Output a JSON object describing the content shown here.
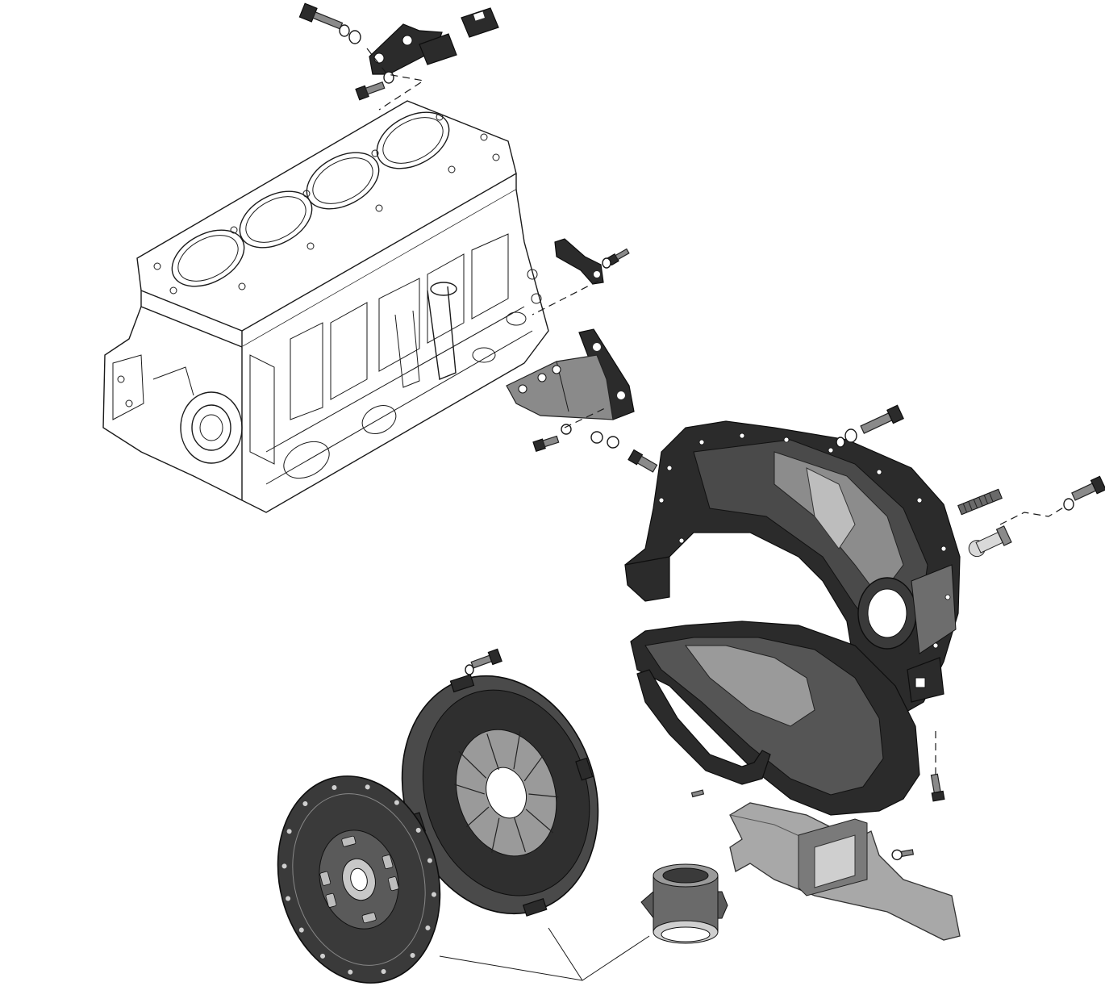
{
  "diagram": {
    "components": [
      "cylinder-block",
      "rear-support-bracket",
      "side-mount-bracket",
      "gusset-bracket",
      "flywheel-housing",
      "housing-cover",
      "pressure-plate",
      "clutch-disc",
      "release-bearing",
      "release-fork",
      "bolts-and-washers"
    ]
  }
}
